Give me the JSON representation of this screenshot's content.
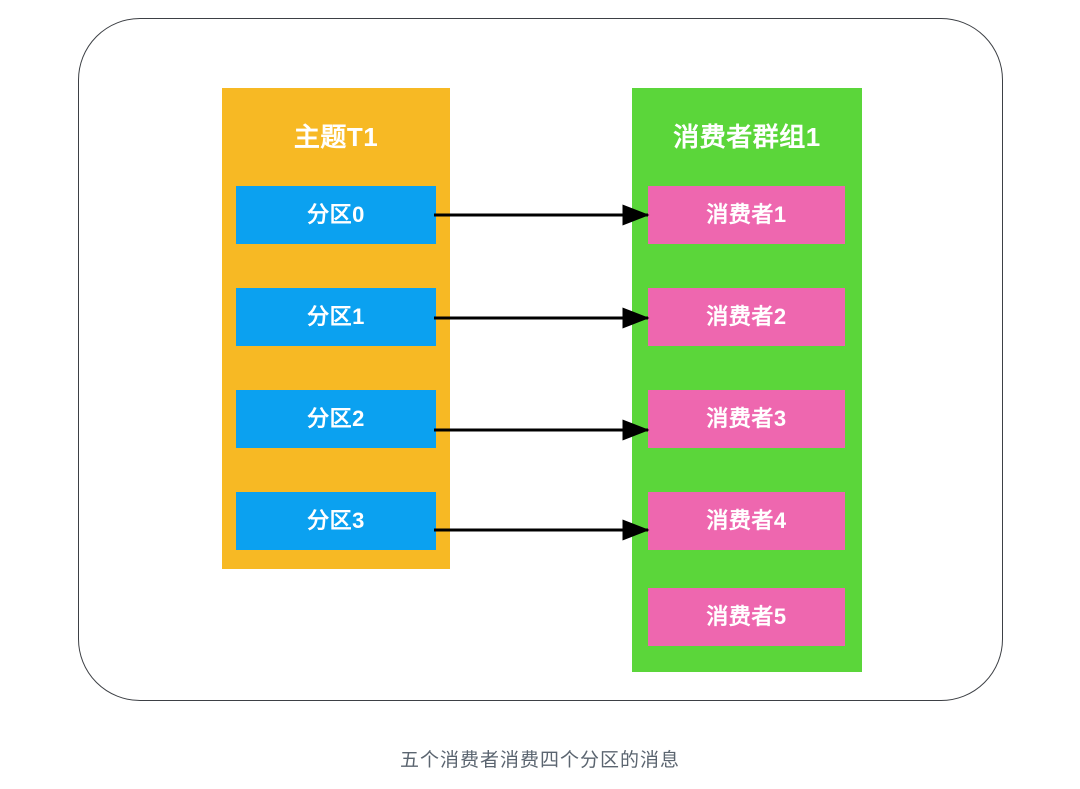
{
  "diagram": {
    "caption": "五个消费者消费四个分区的消息",
    "topic": {
      "title": "主题T1",
      "color": "#F7B924",
      "partitions": [
        {
          "label": "分区0",
          "color": "#0BA1F0"
        },
        {
          "label": "分区1",
          "color": "#0BA1F0"
        },
        {
          "label": "分区2",
          "color": "#0BA1F0"
        },
        {
          "label": "分区3",
          "color": "#0BA1F0"
        }
      ]
    },
    "consumer_group": {
      "title": "消费者群组1",
      "color": "#5BD63A",
      "consumers": [
        {
          "label": "消费者1",
          "color": "#EE67AF"
        },
        {
          "label": "消费者2",
          "color": "#EE67AF"
        },
        {
          "label": "消费者3",
          "color": "#EE67AF"
        },
        {
          "label": "消费者4",
          "color": "#EE67AF"
        },
        {
          "label": "消费者5",
          "color": "#EE67AF"
        }
      ]
    },
    "connections": [
      {
        "from": "分区0",
        "to": "消费者1"
      },
      {
        "from": "分区1",
        "to": "消费者2"
      },
      {
        "from": "分区2",
        "to": "消费者3"
      },
      {
        "from": "分区3",
        "to": "消费者4"
      }
    ],
    "frame_color": "#3d4045",
    "arrow_color": "#000000",
    "caption_color": "#5b6570"
  }
}
